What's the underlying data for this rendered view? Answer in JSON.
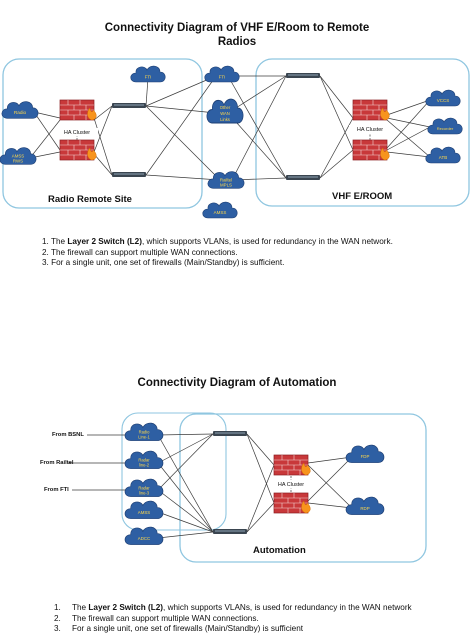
{
  "diagram1": {
    "title_line1": "Connectivity Diagram of VHF E/Room to Remote",
    "title_line2": "Radios",
    "zone_left_label": "Radio Remote Site",
    "zone_right_label": "VHF E/ROOM",
    "clouds": {
      "fti_left": "FTI",
      "radio": "Radio",
      "amss_rws": [
        "AMSS",
        "RWS"
      ],
      "fti_mid": "FTI",
      "other_wan": [
        "Other",
        "WAN",
        "Links"
      ],
      "railtel_mpls": [
        "Railtel",
        "MPLS"
      ],
      "amss_bottom": "AMSS",
      "vccs": "VCCS",
      "recorder": "Recorder",
      "atb": "ATB"
    },
    "ha_cluster_left": "HA Cluster",
    "ha_cluster_right": "HA Cluster"
  },
  "notes1": [
    {
      "prefix": "1. The ",
      "bold": "Layer 2 Switch (L2)",
      "suffix": ", which supports VLANs, is used for redundancy in     the WAN network."
    },
    {
      "prefix": "2. The firewall can support multiple WAN connections.",
      "bold": "",
      "suffix": ""
    },
    {
      "prefix": "3. For a single unit, one set of firewalls (Main/Standby) is sufficient.",
      "bold": "",
      "suffix": ""
    }
  ],
  "diagram2": {
    "title": "Connectivity Diagram of Automation",
    "zone_label": "Automation",
    "sources": {
      "bsnl": "From BSNL",
      "railtel": "From Railtel",
      "fti": "From FTI"
    },
    "clouds": {
      "radio_line1": [
        "Radio",
        "Line-1"
      ],
      "radar_line2": [
        "Radar",
        "line-2"
      ],
      "radar_line3": [
        "Radar",
        "line-3"
      ],
      "amss": "AMSS",
      "adcc": "ADCC",
      "fdp": "FDP",
      "rdp": "RDP"
    },
    "ha_cluster": "HA Cluster"
  },
  "notes2": [
    {
      "num": "1.",
      "prefix": "The ",
      "bold": "Layer 2 Switch (L2)",
      "suffix": ", which supports VLANs, is used for redundancy in     the WAN network"
    },
    {
      "num": "2.",
      "prefix": "The firewall can support multiple WAN connections.",
      "bold": "",
      "suffix": ""
    },
    {
      "num": "3.",
      "prefix": "For a single unit, one set of firewalls (Main/Standby) is sufficient",
      "bold": "",
      "suffix": ""
    }
  ],
  "colors": {
    "cloud_fill": "#2e5fa3",
    "zone_border": "#8fc6e0",
    "firewall_red": "#c8383a",
    "flame": "#f7941d",
    "switch": "#3a4550",
    "line": "#3b3b3b"
  }
}
